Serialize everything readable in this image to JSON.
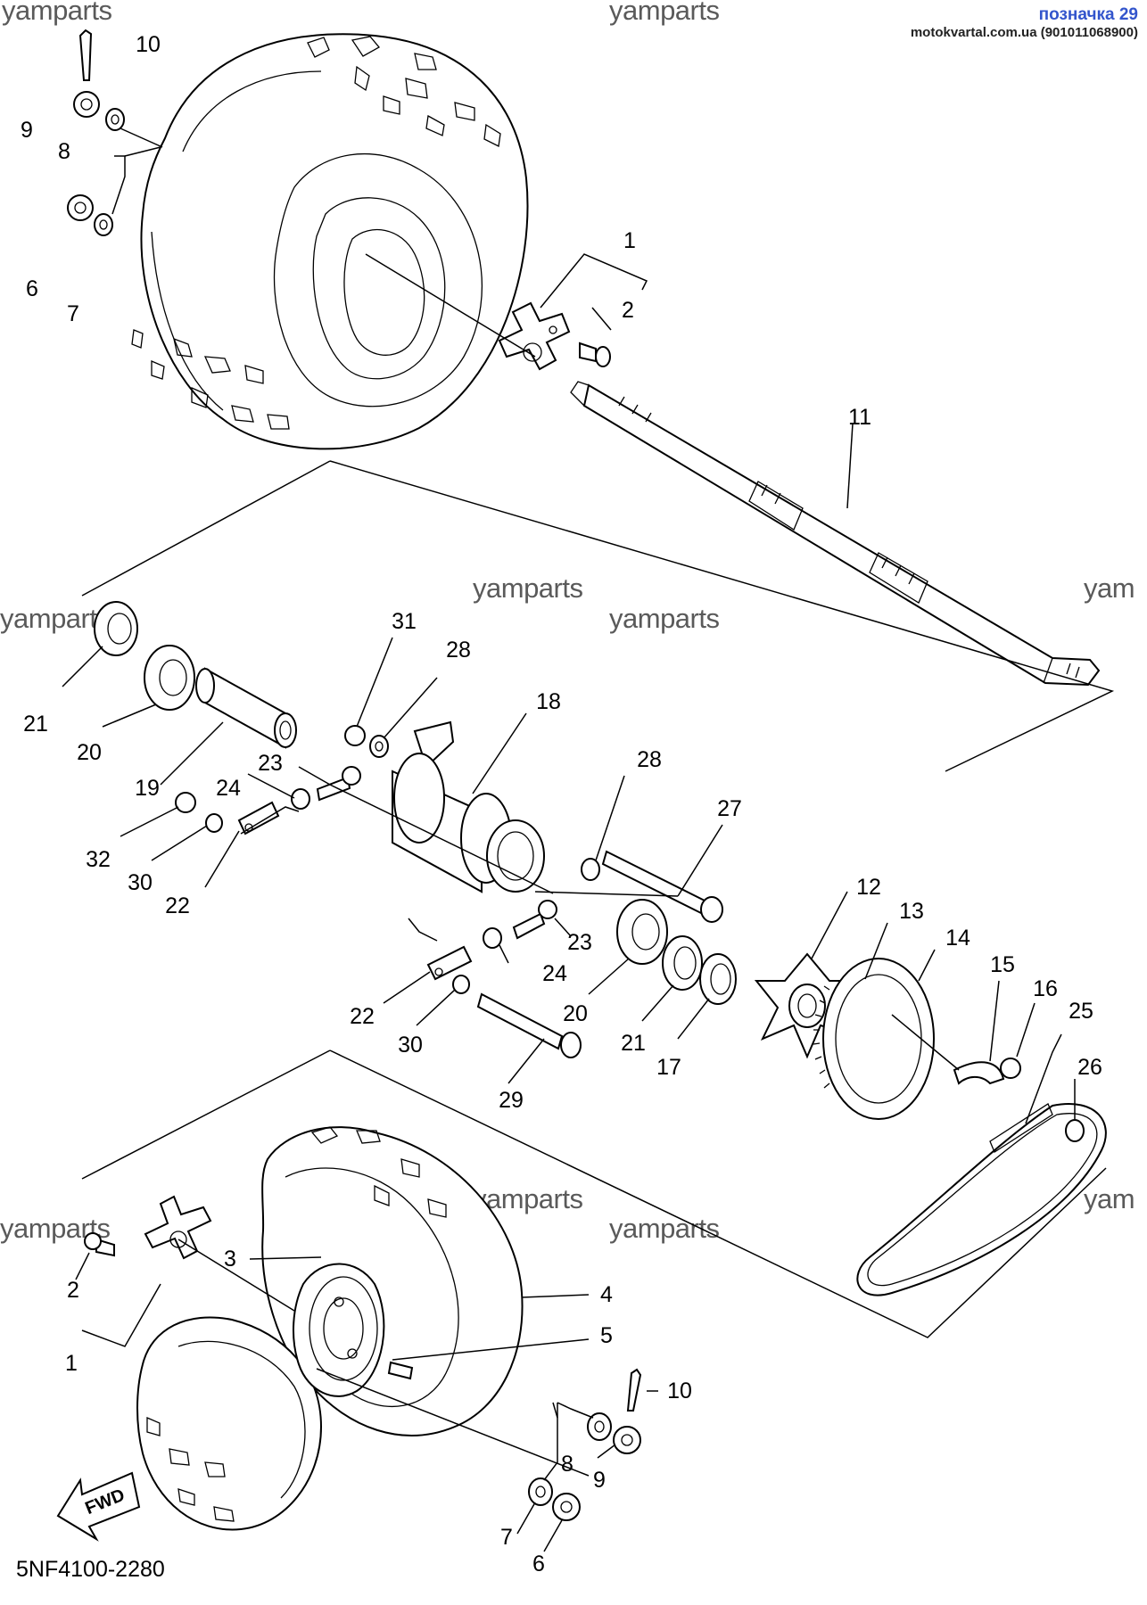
{
  "badge": {
    "title": "позначка 29",
    "site": "motokvartal.com.ua (901011068900)"
  },
  "diagram_code": "5NF4100-2280",
  "watermark_text": "yamparts",
  "watermark_partial": "yam",
  "direction_label": "FWD",
  "callouts": {
    "1a": "1",
    "2a": "2",
    "6a": "6",
    "7a": "7",
    "8a": "8",
    "9a": "9",
    "10a": "10",
    "11": "11",
    "12": "12",
    "13": "13",
    "14": "14",
    "15": "15",
    "16": "16",
    "17": "17",
    "18": "18",
    "19": "19",
    "20a": "20",
    "21a": "21",
    "20b": "20",
    "21b": "21",
    "22a": "22",
    "23a": "23",
    "24a": "24",
    "22b": "22",
    "23b": "23",
    "24b": "24",
    "25": "25",
    "26": "26",
    "27": "27",
    "28a": "28",
    "28b": "28",
    "29": "29",
    "30a": "30",
    "30b": "30",
    "31": "31",
    "32": "32",
    "1b": "1",
    "2b": "2",
    "3": "3",
    "4": "4",
    "5": "5",
    "6b": "6",
    "7b": "7",
    "8b": "8",
    "9b": "9",
    "10b": "10"
  }
}
